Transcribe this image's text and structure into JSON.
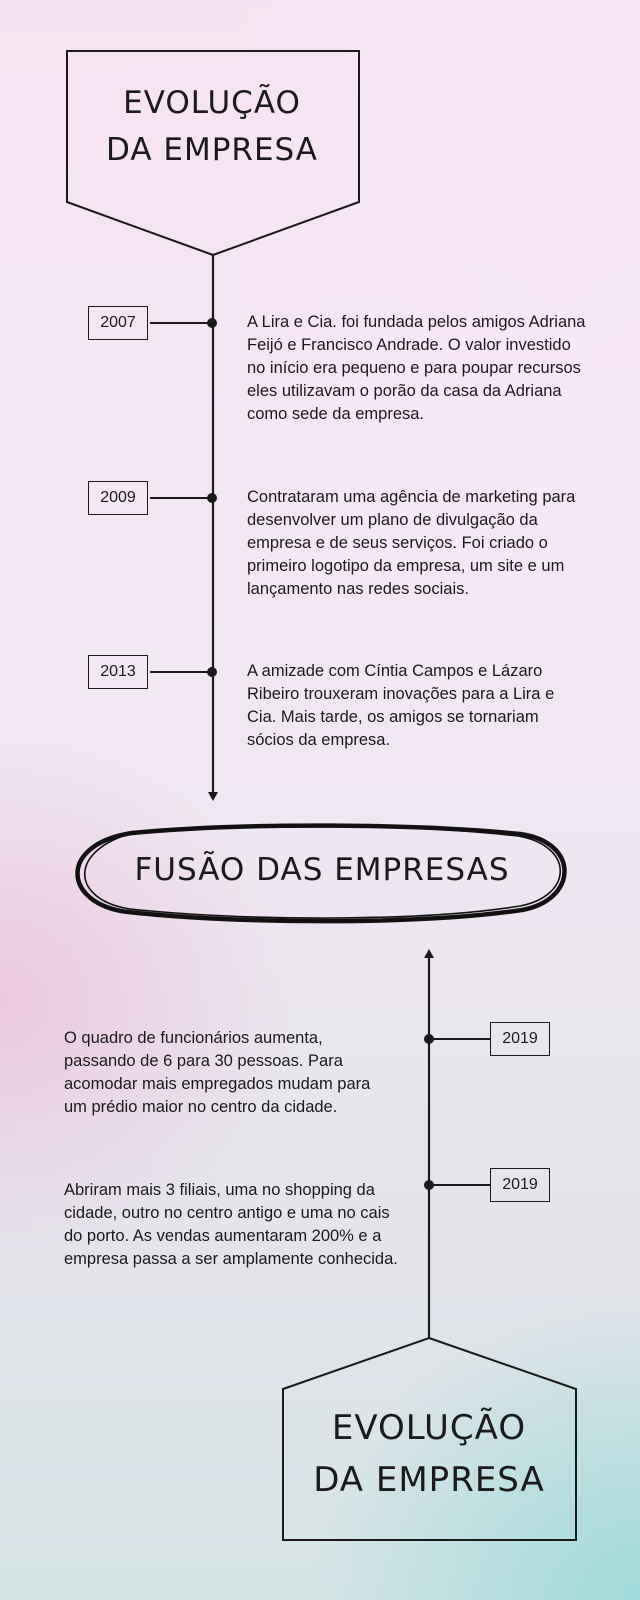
{
  "header_top": {
    "title_lines": [
      "EVOLUÇÃO",
      "DA EMPRESA"
    ]
  },
  "timeline_top": [
    {
      "year": "2007",
      "text": "A Lira e Cia. foi fundada pelos amigos Adriana Feijó e Francisco Andrade. O valor investido no início era pequeno e para poupar recursos eles utilizavam o porão da casa da Adriana como sede da empresa."
    },
    {
      "year": "2009",
      "text": "Contrataram uma agência de marketing para desenvolver um plano de divulgação da empresa e de seus serviços. Foi criado o primeiro logotipo da empresa, um site e um lançamento nas redes sociais."
    },
    {
      "year": "2013",
      "text": "A amizade com Cíntia Campos e Lázaro Ribeiro trouxeram inovações para a Lira e Cia. Mais tarde, os amigos se tornariam sócios da empresa."
    }
  ],
  "fusion": {
    "title": "FUSÃO DAS EMPRESAS"
  },
  "timeline_bottom": [
    {
      "year": "2019",
      "text": "O quadro de funcionários aumenta, passando de 6 para 30 pessoas. Para acomodar mais empregados mudam para um prédio maior no centro da cidade."
    },
    {
      "year": "2019",
      "text": "Abriram mais 3 filiais, uma no shopping da cidade, outro no centro antigo e uma no cais do porto. As vendas aumentaram 200% e a empresa passa a ser amplamente conhecida."
    }
  ],
  "header_bottom": {
    "title_lines": [
      "EVOLUÇÃO",
      "DA EMPRESA"
    ]
  }
}
